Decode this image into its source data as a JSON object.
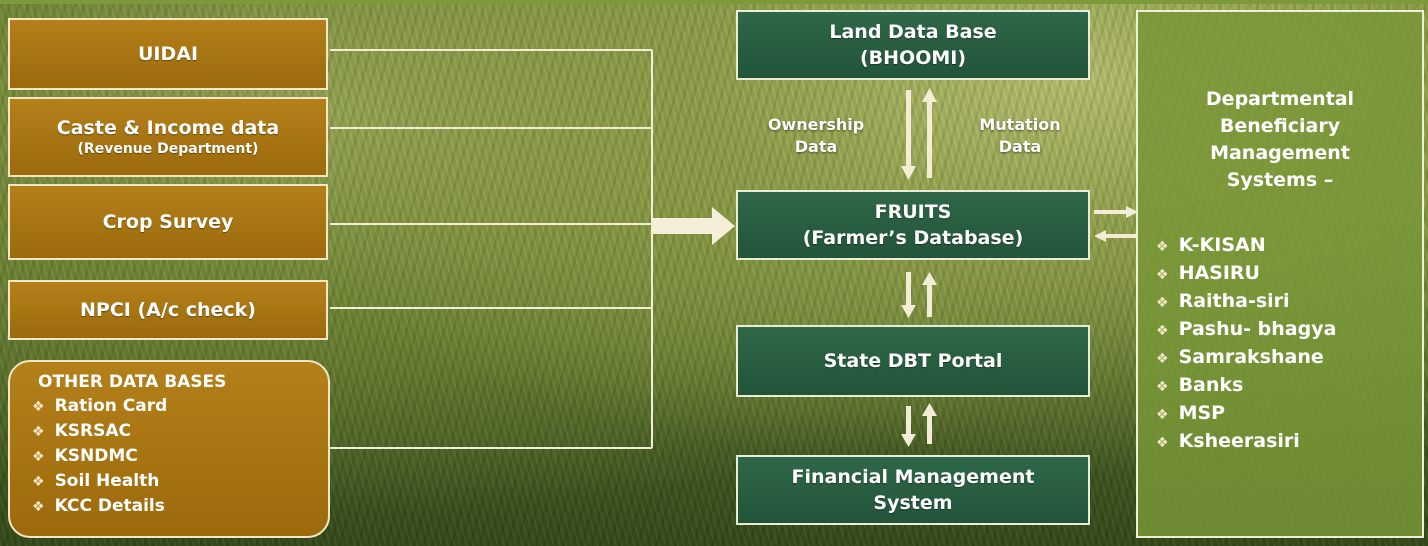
{
  "sources": {
    "uidai": "UIDAI",
    "caste_income": "Caste & Income data",
    "caste_income_sub": "(Revenue Department)",
    "crop_survey": "Crop Survey",
    "npci": "NPCI (A/c check)"
  },
  "other_databases": {
    "title": "OTHER DATA BASES",
    "items": [
      "Ration Card",
      "KSRSAC",
      "KSNDMC",
      "Soil Health",
      "KCC Details"
    ]
  },
  "land_database": {
    "line1": "Land Data Base",
    "line2": "(BHOOMI)"
  },
  "ownership_label": {
    "line1": "Ownership",
    "line2": "Data"
  },
  "mutation_label": {
    "line1": "Mutation",
    "line2": "Data"
  },
  "fruits": {
    "line1": "FRUITS",
    "line2": "(Farmer’s Database)"
  },
  "dbt_portal": "State DBT Portal",
  "financial": {
    "line1": "Financial Management",
    "line2": "System"
  },
  "departmental": {
    "line1": "Departmental",
    "line2": "Beneficiary",
    "line3": "Management",
    "line4": "Systems –",
    "items": [
      "K-KISAN",
      "HASIRU",
      "Raitha-siri",
      "Pashu- bhagya",
      "Samrakshane",
      "Banks",
      "MSP",
      "Ksheerasiri"
    ]
  },
  "bullet_symbol": "❖",
  "colors": {
    "source_box": "#a8760f",
    "central_box": "#2a5e41",
    "department_box": "#7f9a3c",
    "connector": "#f3ecd6"
  }
}
